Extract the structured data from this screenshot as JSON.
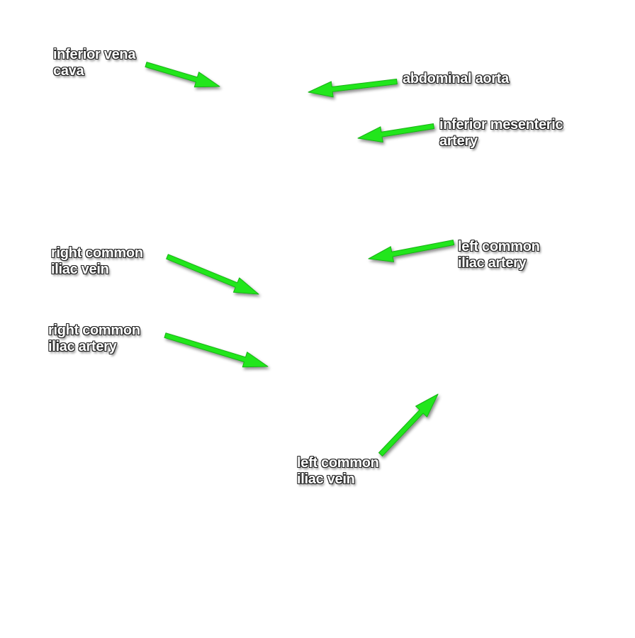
{
  "diagram": {
    "arrow_color": "#22e61c",
    "labels": {
      "inferior_vena_cava": {
        "line1": "inferior vena",
        "line2": "cava"
      },
      "abdominal_aorta": {
        "line1": "abdominal aorta"
      },
      "inferior_mesenteric_artery": {
        "line1": "inferior mesenteric",
        "line2": "artery"
      },
      "right_common_iliac_vein": {
        "line1": "right common",
        "line2": "iliac vein"
      },
      "left_common_iliac_artery": {
        "line1": "left common",
        "line2": "iliac artery"
      },
      "right_common_iliac_artery": {
        "line1": "right common",
        "line2": "iliac artery"
      },
      "left_common_iliac_vein": {
        "line1": "left common",
        "line2": "iliac vein"
      }
    }
  }
}
